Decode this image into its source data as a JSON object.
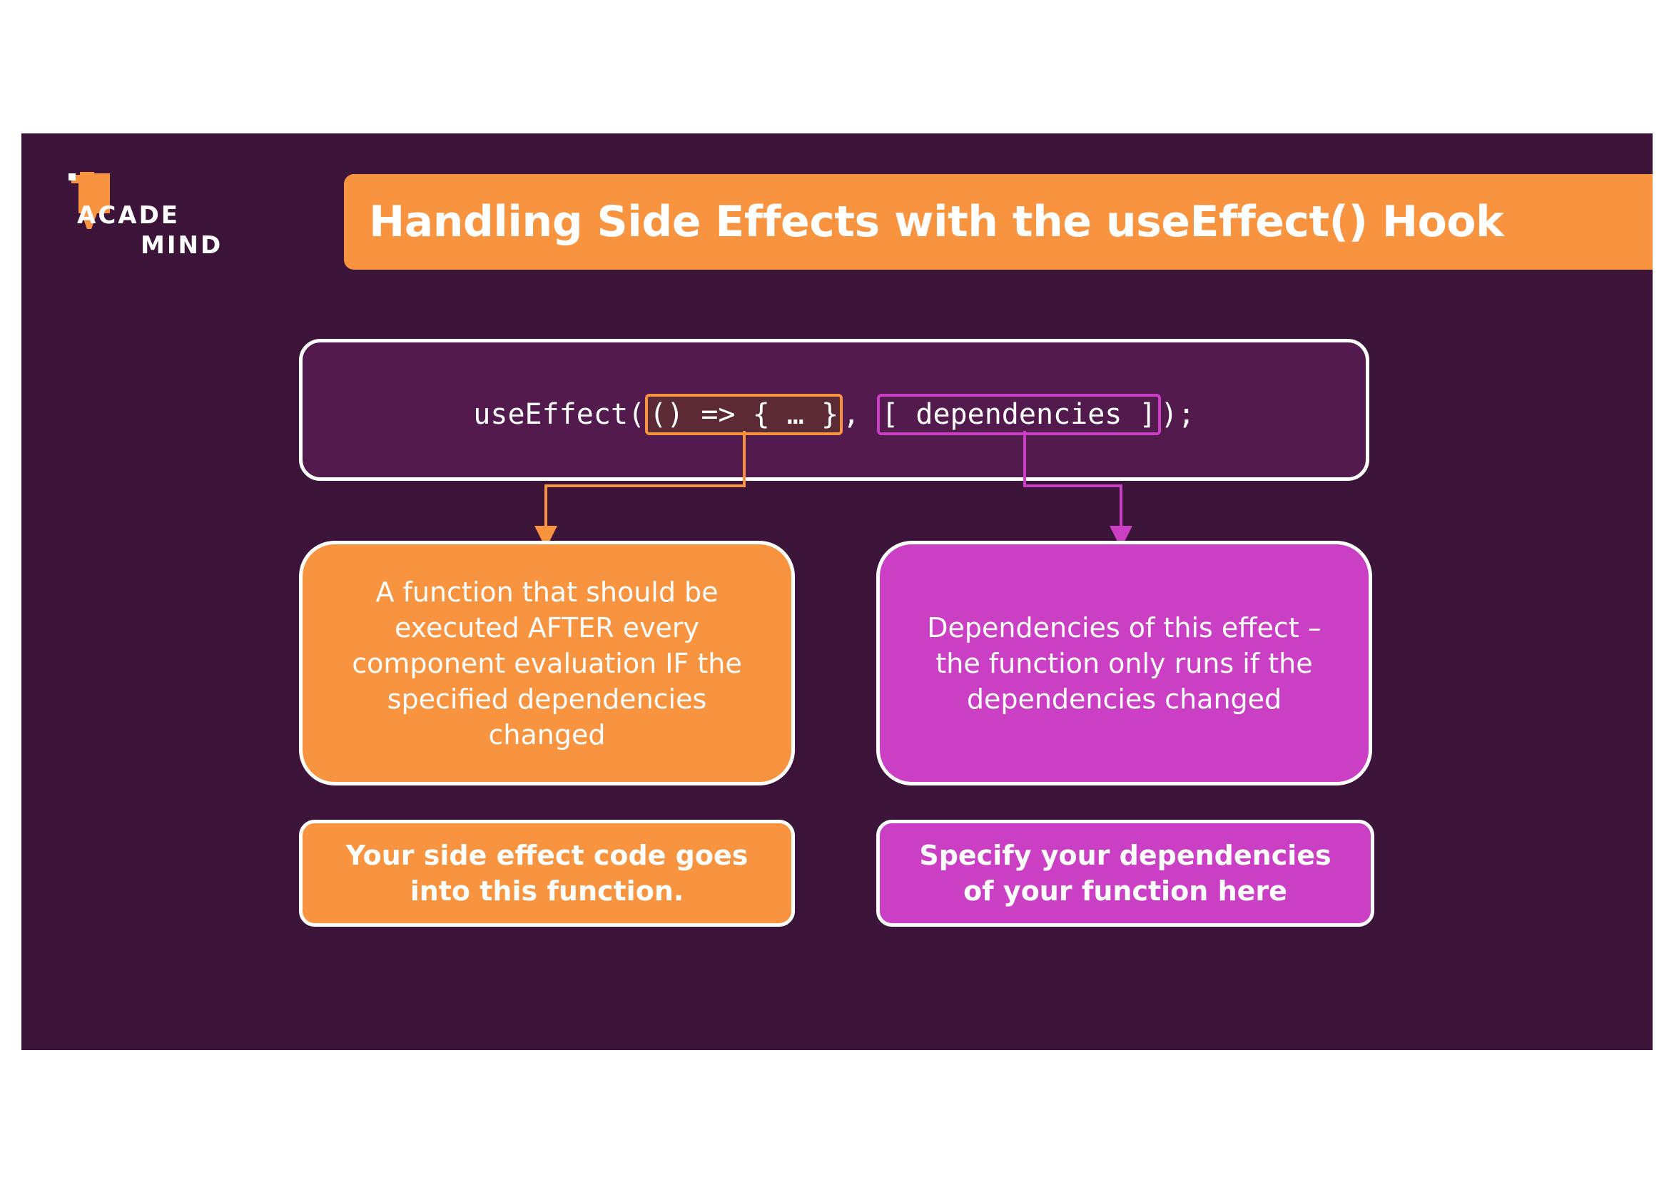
{
  "logo": {
    "line1": "ACADE",
    "line2": "MIND"
  },
  "title": "Handling Side Effects with the useEffect() Hook",
  "code": {
    "prefix": "useEffect(",
    "function_part": "() => { … }",
    "separator": ", ",
    "dependencies_part": "[ dependencies ]",
    "suffix": ");"
  },
  "effect_description": "A function that should be executed AFTER every component evaluation IF the specified dependencies changed",
  "dependencies_description": "Dependencies of this effect – the function only runs if the dependencies changed",
  "effect_note": "Your side effect code goes into this function.",
  "dependencies_note": "Specify your dependencies of your function here",
  "colors": {
    "background": "#3c1339",
    "code_box": "#531a4e",
    "orange": "#f8943f",
    "magenta": "#cb3fc5",
    "white": "#ffffff"
  }
}
